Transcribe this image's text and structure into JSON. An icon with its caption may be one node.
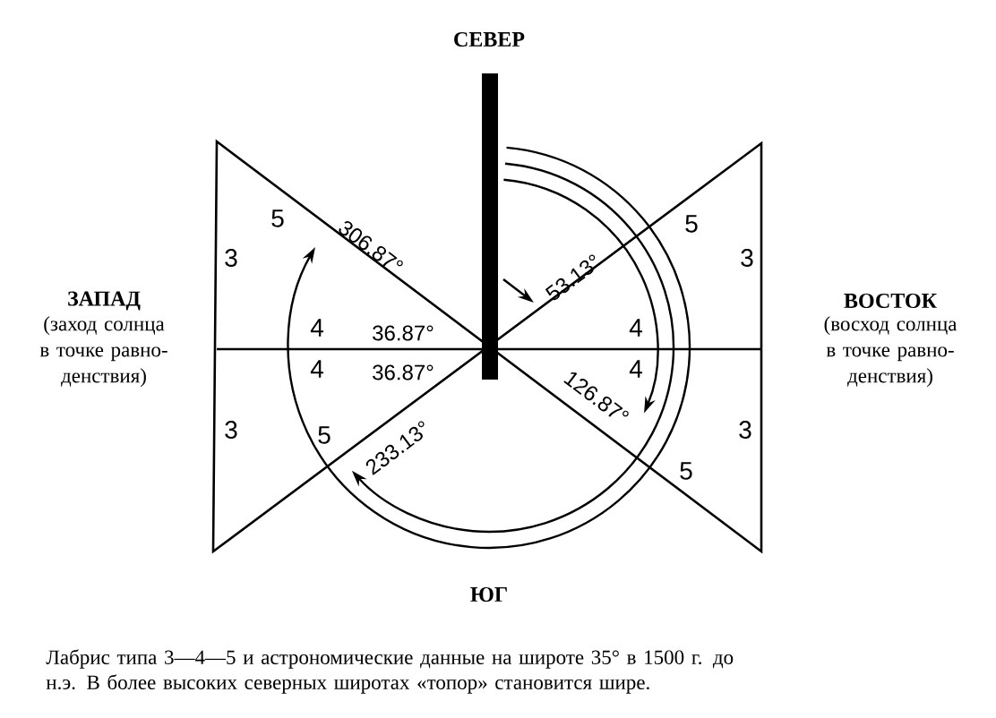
{
  "diagram": {
    "caption": "Лабрис типа 3—4—5 и астрономические данные на широте 35° в 1500 г. до н.э. В более высоких северных широтах «топор» становится шире.",
    "labels": [
      "СЕВЕР",
      "ЗАПАД",
      "(заход солнца в точке равно- денствия)",
      "ВОСТОК",
      "(восход солнца в точке равно- денствия)",
      "5",
      "306.87°",
      "53.13°",
      "5",
      "3",
      "3",
      "4",
      "36.87°",
      "4",
      "4",
      "36.87°",
      "4",
      "126.87°",
      "3",
      "5",
      "233.13°",
      "3",
      "5",
      "ЮГ"
    ]
  }
}
